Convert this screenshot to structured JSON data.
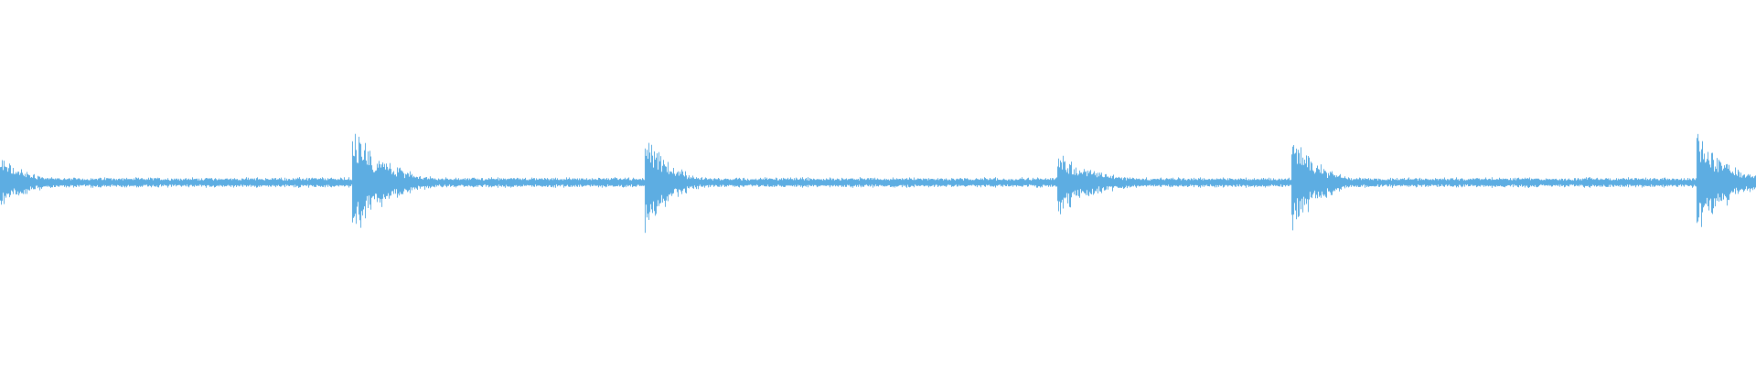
{
  "waveform": {
    "color": "#5dade2",
    "background": "#ffffff",
    "baseline_amplitude": 0.03,
    "events": [
      {
        "position": 0.0,
        "peak": 0.16,
        "decay": 0.018
      },
      {
        "position": 0.201,
        "peak": 0.34,
        "decay": 0.02
      },
      {
        "position": 0.368,
        "peak": 0.31,
        "decay": 0.014
      },
      {
        "position": 0.603,
        "peak": 0.19,
        "decay": 0.024
      },
      {
        "position": 0.736,
        "peak": 0.29,
        "decay": 0.016
      },
      {
        "position": 0.846,
        "peak": 0.03,
        "decay": 0.004
      },
      {
        "position": 0.967,
        "peak": 0.32,
        "decay": 0.018
      }
    ]
  }
}
